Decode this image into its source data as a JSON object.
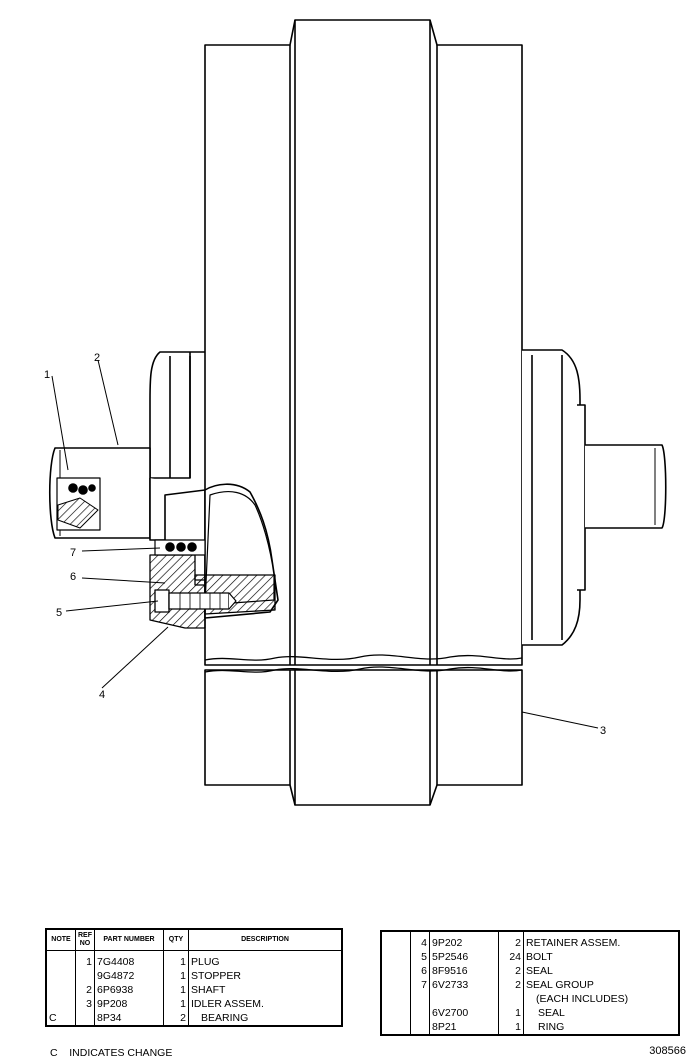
{
  "callouts": {
    "c1": "1",
    "c2": "2",
    "c3": "3",
    "c4": "4",
    "c5": "5",
    "c6": "6",
    "c7": "7"
  },
  "table_left": {
    "headers": {
      "note": "NOTE",
      "ref_no": "REF NO",
      "part_number": "PART NUMBER",
      "qty": "QTY",
      "description": "DESCRIPTION"
    },
    "rows": [
      {
        "note": "",
        "ref": "1",
        "part": "7G4408",
        "qty": "1",
        "desc": "PLUG"
      },
      {
        "note": "",
        "ref": "",
        "part": "9G4872",
        "qty": "1",
        "desc": "STOPPER"
      },
      {
        "note": "",
        "ref": "2",
        "part": "6P6938",
        "qty": "1",
        "desc": "SHAFT"
      },
      {
        "note": "",
        "ref": "3",
        "part": "9P208",
        "qty": "1",
        "desc": "IDLER ASSEM."
      },
      {
        "note": "C",
        "ref": "",
        "part": "8P34",
        "qty": "2",
        "desc": "BEARING"
      }
    ]
  },
  "table_right": {
    "rows": [
      {
        "note": "",
        "ref": "4",
        "part": "9P202",
        "qty": "2",
        "desc": "RETAINER ASSEM."
      },
      {
        "note": "",
        "ref": "5",
        "part": "5P2546",
        "qty": "24",
        "desc": "BOLT"
      },
      {
        "note": "",
        "ref": "6",
        "part": "8F9516",
        "qty": "2",
        "desc": "SEAL"
      },
      {
        "note": "",
        "ref": "7",
        "part": "6V2733",
        "qty": "2",
        "desc": "SEAL GROUP"
      },
      {
        "note": "",
        "ref": "",
        "part": "",
        "qty": "",
        "desc": "(EACH INCLUDES)"
      },
      {
        "note": "",
        "ref": "",
        "part": "6V2700",
        "qty": "1",
        "desc": "SEAL"
      },
      {
        "note": "",
        "ref": "",
        "part": "8P21",
        "qty": "1",
        "desc": "RING"
      }
    ]
  },
  "legend": "C    INDICATES CHANGE",
  "drawing_number": "308566"
}
